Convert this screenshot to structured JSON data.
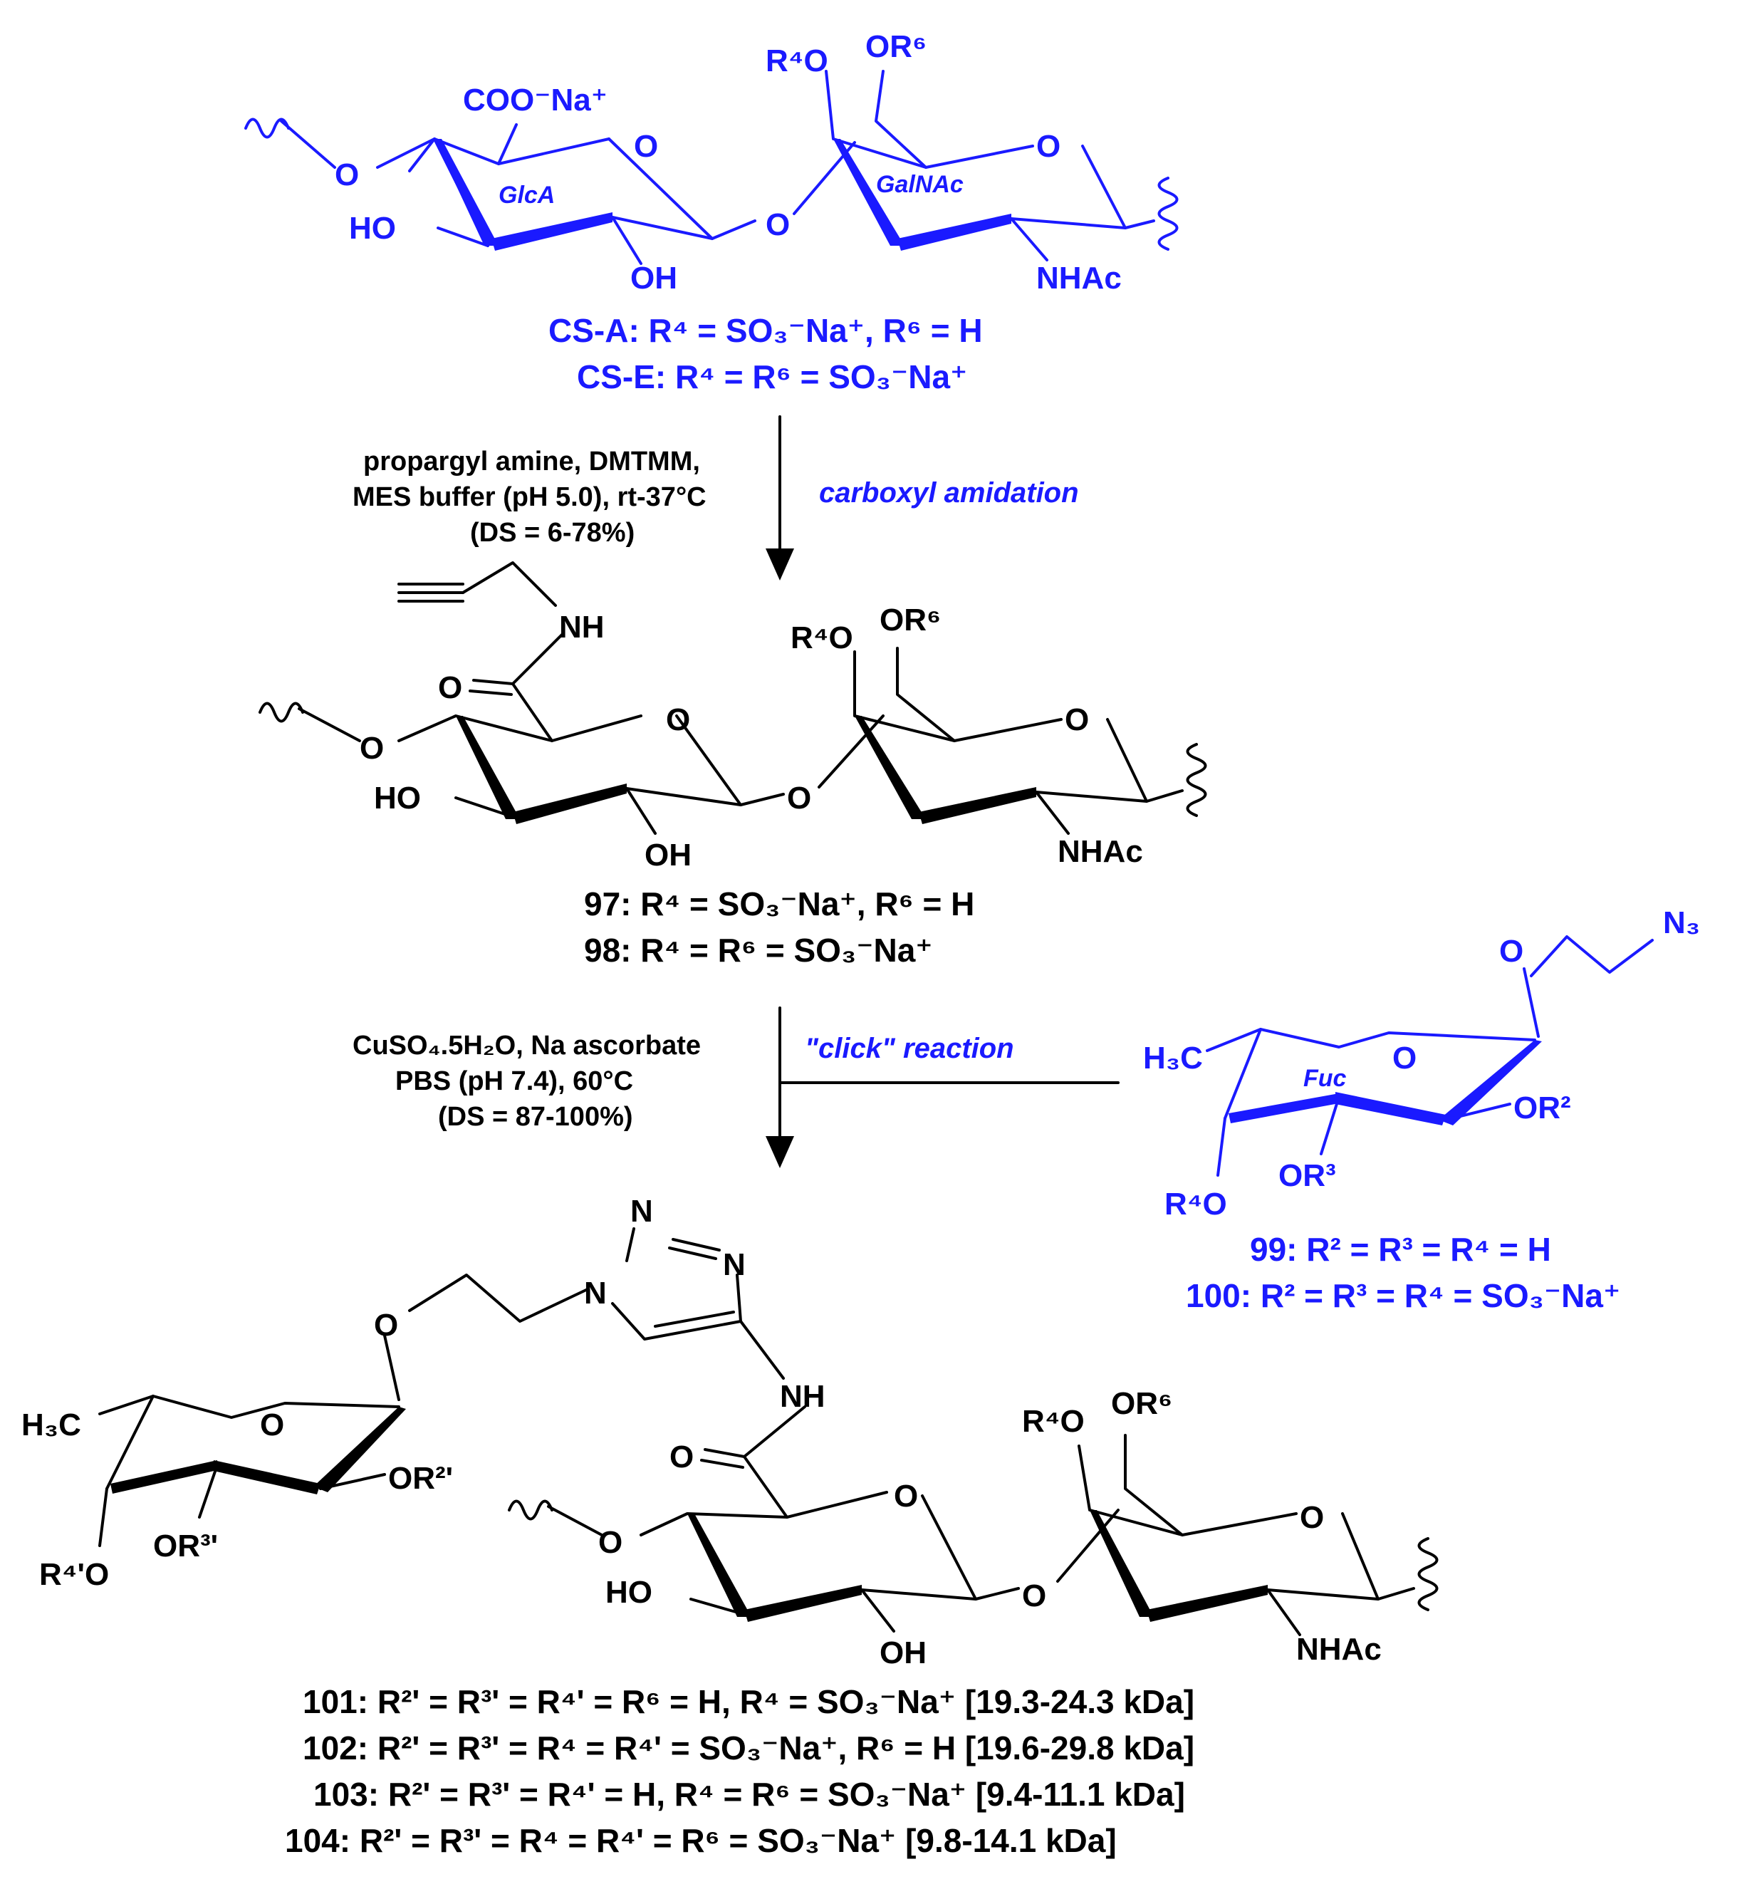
{
  "top": {
    "coo": "COO⁻Na⁺",
    "r4o": "R⁴O",
    "or6": "OR⁶",
    "o": "O",
    "ho": "HO",
    "oh": "OH",
    "nhac": "NHAc",
    "glca": "GlcA",
    "galnac": "GalNAc",
    "cs_a": "CS-A: R⁴ = SO₃⁻Na⁺, R⁶ = H",
    "cs_e": "CS-E: R⁴ = R⁶ = SO₃⁻Na⁺"
  },
  "step1": {
    "cond1": "propargyl amine, DMTMM,",
    "cond2": "MES buffer (pH 5.0), rt-37°C",
    "cond3": "(DS = 6-78%)",
    "note": "carboxyl amidation"
  },
  "mid": {
    "nh": "NH",
    "o": "O",
    "r4o": "R⁴O",
    "or6": "OR⁶",
    "ho": "HO",
    "oh": "OH",
    "nhac": "NHAc",
    "c97": "97: R⁴ = SO₃⁻Na⁺, R⁶ = H",
    "c98": "98: R⁴ = R⁶ = SO₃⁻Na⁺"
  },
  "step2": {
    "cond1": "CuSO₄.5H₂O, Na ascorbate",
    "cond2": "PBS (pH 7.4), 60°C",
    "cond3": "(DS = 87-100%)",
    "note": "\"click\" reaction"
  },
  "fuc": {
    "n3": "N₃",
    "o": "O",
    "h3c": "H₃C",
    "fuc": "Fuc",
    "or2": "OR²",
    "or3": "OR³",
    "r4o": "R⁴O",
    "c99": "99: R² = R³ = R⁴ = H",
    "c100": "100: R² = R³ = R⁴ = SO₃⁻Na⁺"
  },
  "bottom": {
    "n": "N",
    "nh": "NH",
    "o": "O",
    "h3c": "H₃C",
    "or2p": "OR²'",
    "or3p": "OR³'",
    "r4po": "R⁴'O",
    "r4o": "R⁴O",
    "or6": "OR⁶",
    "ho": "HO",
    "oh": "OH",
    "nhac": "NHAc",
    "c101": "101: R²' = R³' = R⁴' = R⁶ = H, R⁴ = SO₃⁻Na⁺ [19.3-24.3 kDa]",
    "c102": "102: R²' = R³' = R⁴ = R⁴' = SO₃⁻Na⁺, R⁶ = H [19.6-29.8 kDa]",
    "c103": "103: R²' = R³' = R⁴' = H, R⁴ = R⁶ = SO₃⁻Na⁺ [9.4-11.1 kDa]",
    "c104": "104: R²' = R³' = R⁴ = R⁴' = R⁶ = SO₃⁻Na⁺ [9.8-14.1 kDa]"
  },
  "colors": {
    "blue": "#1a1aff",
    "black": "#000000"
  }
}
